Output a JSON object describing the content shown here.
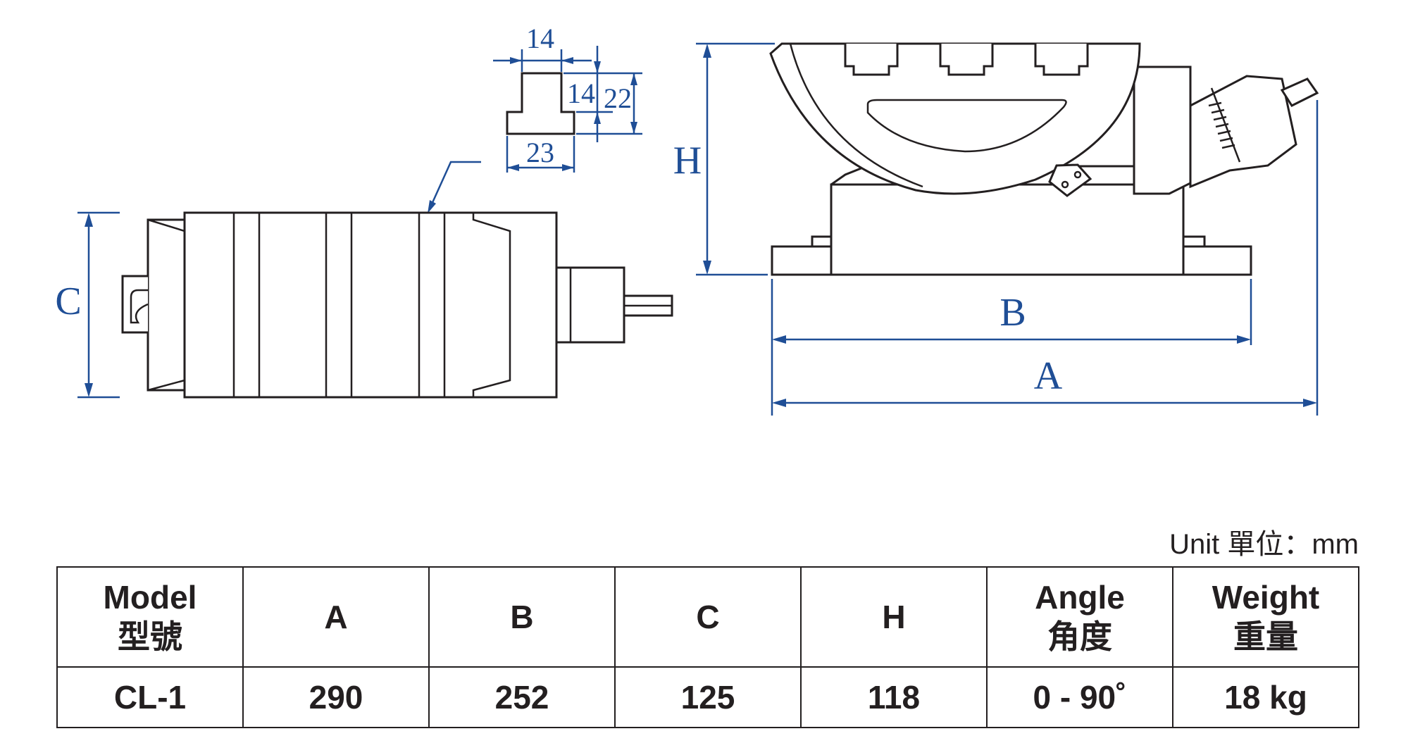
{
  "dimensions": {
    "slot_top_width": "14",
    "slot_neck_depth": "14",
    "slot_total_depth": "22",
    "slot_bottom_width": "23",
    "C": "C",
    "H": "H",
    "B": "B",
    "A": "A"
  },
  "unit_label": "Unit 單位：mm",
  "table": {
    "headers": [
      {
        "en": "Model",
        "cn": "型號"
      },
      {
        "en": "A",
        "cn": ""
      },
      {
        "en": "B",
        "cn": ""
      },
      {
        "en": "C",
        "cn": ""
      },
      {
        "en": "H",
        "cn": ""
      },
      {
        "en": "Angle",
        "cn": "角度"
      },
      {
        "en": "Weight",
        "cn": "重量"
      }
    ],
    "rows": [
      [
        "CL-1",
        "290",
        "252",
        "125",
        "118",
        "0 - 90˚",
        "18 kg"
      ]
    ]
  },
  "colors": {
    "dimension": "#1f4e96",
    "line": "#231f20"
  }
}
